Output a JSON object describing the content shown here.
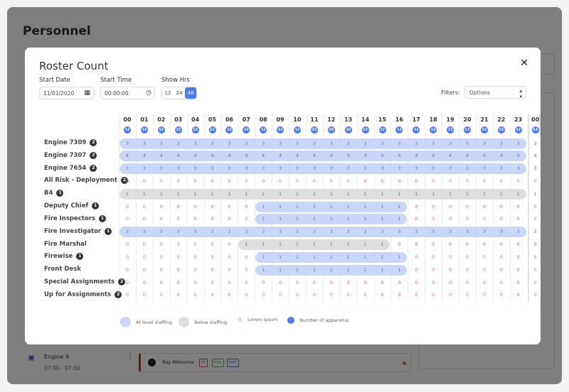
{
  "background": {
    "page_title": "Personnel",
    "row": {
      "name": "Engine 9",
      "time": "07:00 - 07:00"
    },
    "card": {
      "person": "Ray Mibourne",
      "tags": [
        {
          "label": "FF",
          "color": "#d9534f"
        },
        {
          "label": "ENG",
          "color": "#5cb85c"
        },
        {
          "label": "EMT",
          "color": "#4a7bf7"
        }
      ]
    }
  },
  "modal": {
    "title": "Roster Count",
    "close_icon": "x-icon",
    "start_date": {
      "label": "Start Date",
      "value": "11/01/2020",
      "icon": "calendar-icon"
    },
    "start_time": {
      "label": "Start Time",
      "value": "00:00:00",
      "icon": "clock-icon"
    },
    "show_hrs": {
      "label": "Show Hrs",
      "options": [
        "12",
        "24",
        "48"
      ],
      "selected": "48"
    },
    "filters": {
      "label": "Filters:",
      "value": "Options"
    },
    "hours": [
      "00",
      "01",
      "02",
      "03",
      "04",
      "05",
      "06",
      "07",
      "08",
      "09",
      "10",
      "11",
      "12",
      "13",
      "14",
      "15",
      "16",
      "17",
      "18",
      "19",
      "20",
      "21",
      "22",
      "23",
      "00"
    ],
    "apparatus": [
      "12",
      "12",
      "12",
      "12",
      "12",
      "12",
      "12",
      "12",
      "12",
      "12",
      "12",
      "12",
      "10",
      "10",
      "12",
      "12",
      "12",
      "12",
      "12",
      "12",
      "12",
      "12",
      "12",
      "12",
      "12"
    ],
    "rows": [
      {
        "label": "Engine 7309",
        "badge": "2",
        "values": [
          3,
          3,
          3,
          3,
          3,
          3,
          3,
          3,
          3,
          3,
          3,
          3,
          3,
          3,
          3,
          3,
          3,
          3,
          3,
          3,
          3,
          3,
          3,
          3,
          3
        ],
        "bands": [
          {
            "level": "at",
            "from": 0,
            "to": 23
          }
        ]
      },
      {
        "label": "Engine 7307",
        "badge": "2",
        "values": [
          4,
          4,
          4,
          4,
          4,
          4,
          4,
          4,
          4,
          4,
          4,
          4,
          4,
          4,
          4,
          4,
          4,
          4,
          4,
          4,
          4,
          4,
          4,
          4,
          4
        ],
        "bands": [
          {
            "level": "at",
            "from": 0,
            "to": 23
          }
        ]
      },
      {
        "label": "Engine 7654",
        "badge": "2",
        "values": [
          3,
          3,
          3,
          3,
          3,
          3,
          3,
          3,
          3,
          3,
          3,
          3,
          3,
          3,
          3,
          3,
          3,
          3,
          3,
          3,
          3,
          3,
          3,
          3,
          3
        ],
        "bands": [
          {
            "level": "at",
            "from": 0,
            "to": 23
          }
        ]
      },
      {
        "label": "All Risk - Deployment",
        "badge": "2",
        "values": [
          0,
          0,
          0,
          0,
          0,
          0,
          0,
          0,
          0,
          0,
          0,
          0,
          0,
          0,
          0,
          0,
          0,
          0,
          0,
          0,
          0,
          0,
          0,
          0,
          0
        ],
        "bands": []
      },
      {
        "label": "B4",
        "badge": "1",
        "values": [
          1,
          1,
          1,
          1,
          1,
          1,
          1,
          1,
          1,
          1,
          1,
          1,
          1,
          1,
          1,
          1,
          1,
          1,
          1,
          1,
          1,
          1,
          1,
          1,
          1
        ],
        "bands": [
          {
            "level": "below",
            "from": 0,
            "to": 23
          }
        ]
      },
      {
        "label": "Deputy Chief",
        "badge": "1",
        "values": [
          0,
          0,
          0,
          0,
          0,
          0,
          0,
          0,
          1,
          1,
          1,
          1,
          1,
          1,
          1,
          1,
          1,
          0,
          0,
          0,
          0,
          0,
          0,
          0,
          0
        ],
        "bands": [
          {
            "level": "at",
            "from": 8,
            "to": 16
          }
        ]
      },
      {
        "label": "Fire Inspectors",
        "badge": "1",
        "values": [
          0,
          0,
          0,
          0,
          0,
          0,
          0,
          0,
          1,
          1,
          1,
          1,
          1,
          1,
          1,
          1,
          1,
          0,
          0,
          0,
          0,
          0,
          0,
          0,
          0
        ],
        "bands": [
          {
            "level": "at",
            "from": 8,
            "to": 16
          }
        ]
      },
      {
        "label": "Fire Investigator",
        "badge": "1",
        "values": [
          3,
          3,
          3,
          3,
          3,
          3,
          3,
          3,
          3,
          3,
          3,
          3,
          3,
          3,
          3,
          3,
          3,
          3,
          3,
          3,
          3,
          3,
          3,
          3,
          3
        ],
        "bands": [
          {
            "level": "at",
            "from": 0,
            "to": 23
          }
        ]
      },
      {
        "label": "Fire Marshal",
        "badge": "",
        "values": [
          0,
          0,
          0,
          0,
          0,
          0,
          0,
          1,
          1,
          1,
          1,
          1,
          1,
          1,
          1,
          1,
          0,
          0,
          0,
          0,
          0,
          0,
          0,
          0,
          0
        ],
        "bands": [
          {
            "level": "below",
            "from": 7,
            "to": 15
          }
        ],
        "plain_zero_from": 16
      },
      {
        "label": "Firewise",
        "badge": "1",
        "values": [
          0,
          0,
          0,
          0,
          0,
          0,
          0,
          0,
          1,
          1,
          1,
          1,
          1,
          1,
          1,
          1,
          1,
          0,
          0,
          0,
          0,
          0,
          0,
          0,
          0
        ],
        "bands": [
          {
            "level": "at",
            "from": 8,
            "to": 16
          }
        ]
      },
      {
        "label": "Front Desk",
        "badge": "",
        "values": [
          0,
          0,
          0,
          0,
          0,
          0,
          0,
          0,
          1,
          1,
          1,
          1,
          1,
          1,
          1,
          1,
          1,
          0,
          0,
          0,
          0,
          0,
          0,
          0,
          0
        ],
        "bands": [
          {
            "level": "at",
            "from": 8,
            "to": 16
          }
        ]
      },
      {
        "label": "Special Assignments",
        "badge": "2",
        "values": [
          0,
          0,
          0,
          0,
          0,
          0,
          0,
          0,
          0,
          0,
          0,
          0,
          0,
          0,
          0,
          0,
          0,
          0,
          0,
          0,
          0,
          0,
          0,
          0,
          0
        ],
        "bands": []
      },
      {
        "label": "Up for Assignments",
        "badge": "2",
        "values": [
          0,
          0,
          0,
          0,
          0,
          0,
          0,
          0,
          0,
          0,
          0,
          0,
          0,
          0,
          0,
          0,
          0,
          0,
          0,
          0,
          0,
          0,
          0,
          0,
          0
        ],
        "bands": []
      }
    ],
    "legend": [
      {
        "label": "At level staffing",
        "color": "#c9d6fc",
        "kind": "circle"
      },
      {
        "label": "Below staffing",
        "color": "#dedede",
        "kind": "circle"
      },
      {
        "label": "Lorem ipsum",
        "color": "#e26a7c",
        "kind": "zero",
        "sample": "0"
      },
      {
        "label": "Number of apparatus",
        "color": "#4a7bf7",
        "kind": "dot"
      }
    ]
  }
}
